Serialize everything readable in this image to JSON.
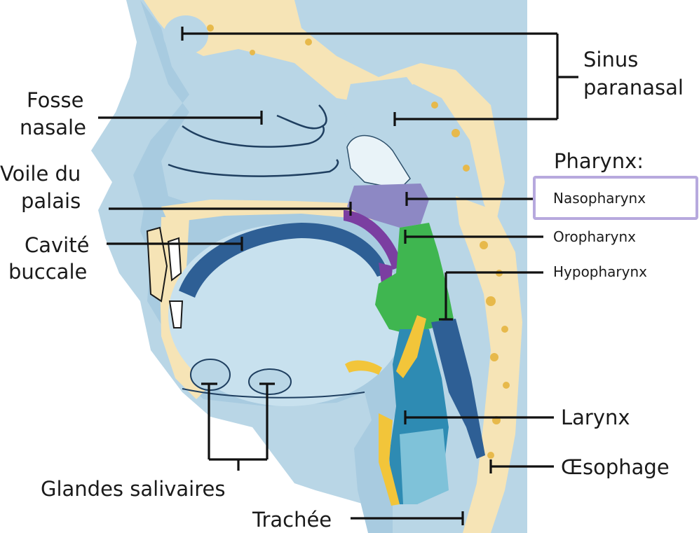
{
  "labels": {
    "sinus": [
      "Sinus",
      "paranasal"
    ],
    "fosse": [
      "Fosse",
      "nasale"
    ],
    "voile": [
      "Voile du",
      "palais"
    ],
    "cavite": [
      "Cavité",
      "buccale"
    ],
    "glandes": "Glandes salivaires",
    "trachee": "Trachée",
    "pharynx_heading": "Pharynx:",
    "nasopharynx": "Nasopharynx",
    "oropharynx": "Oropharynx",
    "hypopharynx": "Hypopharynx",
    "larynx": "Larynx",
    "oesophage": "Œsophage"
  },
  "colors": {
    "background_panel": "#b9d6e6",
    "soft_tissue": "#a8cbe0",
    "bone": "#f6e4b6",
    "bone_dots": "#e7b94b",
    "tongue": "#c8e1ee",
    "palate_dark_blue": "#2e5f95",
    "nasopharynx": "#8d88c4",
    "oropharynx_hypopharynx": "#3fb650",
    "soft_palate": "#7b3ea1",
    "larynx_teal": "#2e8bb3",
    "cartilage_yellow": "#f2c53a",
    "highlight_box": "#b7a9de",
    "leader_lines": "#111111"
  }
}
